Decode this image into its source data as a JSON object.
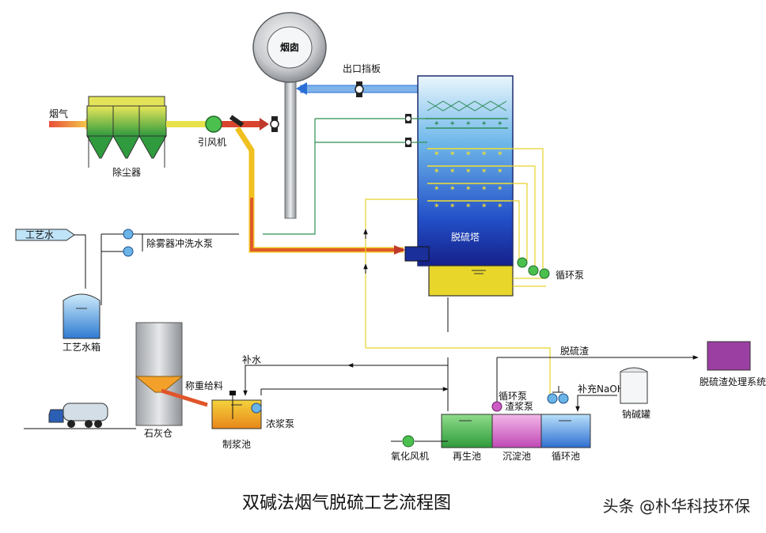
{
  "labels": {
    "chimney": "烟囱",
    "outlet_damper": "出口挡板",
    "flue_gas": "烟气",
    "dust_collector": "除尘器",
    "fan": "引风机",
    "process_water": "工艺水",
    "demister_pump": "除雾器冲洗水泵",
    "water_tank": "工艺水箱",
    "tower": "脱硫塔",
    "circ_pump": "循环泵",
    "lime_silo": "石灰仓",
    "weigh_feed": "称重给料",
    "makeup_water": "补水",
    "slurry_pump": "浓浆泵",
    "slurry_pool": "制浆池",
    "gypsum": "脱硫渣",
    "gypsum_system": "脱硫渣处理系统",
    "circ_pump2": "循环泵",
    "residue_pump": "渣浆泵",
    "naoh": "补充NaOH",
    "soda_tank": "钠碱罐",
    "oxidation_fan": "氧化风机",
    "regen_pool": "再生池",
    "settle_pool": "沉淀池",
    "circ_pool": "循环池"
  },
  "title": "双碱法烟气脱硫工艺流程图",
  "watermark": "头条 @朴华科技环保",
  "colors": {
    "gas_hot": "#c0392b",
    "gas_warm": "#f0c020",
    "water_green": "#2f8f4f",
    "recycle_yellow": "#f2e030",
    "clean_gas": "#2b6fd6",
    "tower_top": "#e8f4fb",
    "tower_bottom": "#1a2f9a",
    "sump": "#e8d62a"
  }
}
